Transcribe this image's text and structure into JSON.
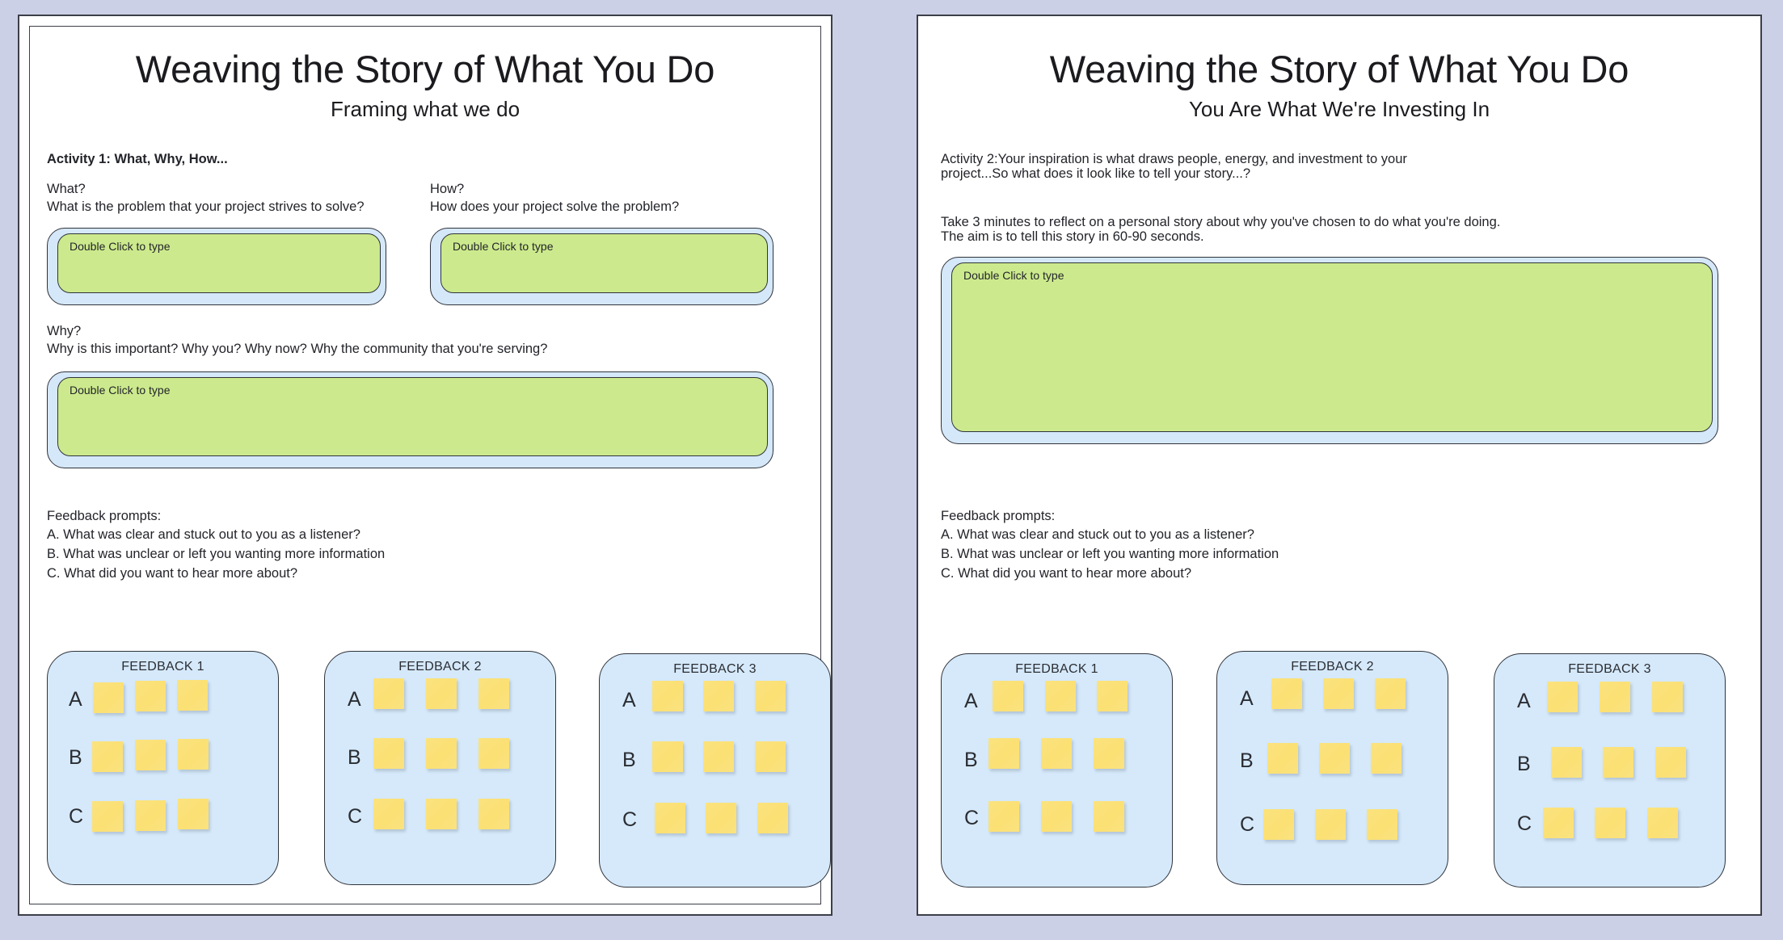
{
  "canvas": {
    "background_color": "#ccd0e6"
  },
  "slides": [
    {
      "id": "slide-1",
      "title": "Weaving the Story of What You Do",
      "subtitle": "Framing what we do",
      "activity_heading": "Activity 1: What, Why, How...",
      "prompts": [
        {
          "id": "what",
          "label": "What?",
          "question": "What is the problem that your project strives to solve?",
          "placeholder": "Double Click to type"
        },
        {
          "id": "how",
          "label": "How?",
          "question": "How does your project solve the problem?",
          "placeholder": "Double Click to type"
        },
        {
          "id": "why",
          "label": "Why?",
          "question": "Why is this important?  Why you? Why now?  Why the community that you're serving?",
          "placeholder": "Double Click to type"
        }
      ],
      "feedback_prompts": {
        "heading": "Feedback prompts:",
        "items": [
          "A. What was clear and stuck out to you as a listener?",
          "B. What was unclear or left you wanting more information",
          "C. What did you want to hear more about?"
        ]
      },
      "feedback_cards": [
        {
          "title": "FEEDBACK 1",
          "rows": [
            "A",
            "B",
            "C"
          ],
          "notes_per_row": 3
        },
        {
          "title": "FEEDBACK 2",
          "rows": [
            "A",
            "B",
            "C"
          ],
          "notes_per_row": 3
        },
        {
          "title": "FEEDBACK 3",
          "rows": [
            "A",
            "B",
            "C"
          ],
          "notes_per_row": 3
        }
      ]
    },
    {
      "id": "slide-2",
      "title": "Weaving the Story of What You Do",
      "subtitle": "You Are What We're Investing In",
      "activity_paragraph": "Activity 2:Your inspiration is what draws people, energy, and investment to your\nproject...So what does it look like to tell your story...?",
      "instruction_paragraph": "Take 3 minutes to reflect on a personal story about why you've chosen to do what you're doing.\nThe aim is to tell this story in 60-90 seconds.",
      "story_box": {
        "placeholder": "Double Click to type"
      },
      "feedback_prompts": {
        "heading": "Feedback prompts:",
        "items": [
          "A. What was clear and stuck out to you as a listener?",
          "B. What was unclear or left you wanting more information",
          "C. What did you want to hear more about?"
        ]
      },
      "feedback_cards": [
        {
          "title": "FEEDBACK 1",
          "rows": [
            "A",
            "B",
            "C"
          ],
          "notes_per_row": 3
        },
        {
          "title": "FEEDBACK 2",
          "rows": [
            "A",
            "B",
            "C"
          ],
          "notes_per_row": 3
        },
        {
          "title": "FEEDBACK 3",
          "rows": [
            "A",
            "B",
            "C"
          ],
          "notes_per_row": 3
        }
      ]
    }
  ],
  "colors": {
    "note_yellow": "#fbe074",
    "entry_shell_blue": "#d5e8f9",
    "entry_inner_green": "#ccea8d",
    "feedback_card_blue": "#d5e9fa",
    "outline": "#30333b",
    "canvas": "#ccd0e6"
  }
}
